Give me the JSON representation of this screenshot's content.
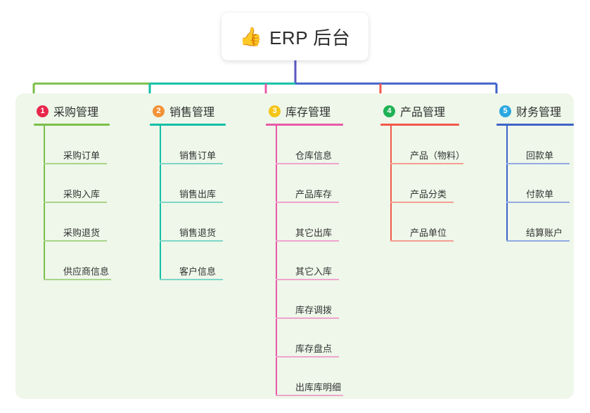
{
  "page": {
    "background": "#ffffff",
    "panel_background": "#eef7e9"
  },
  "title_card": {
    "icon": "thumbs-up-icon",
    "icon_glyph": "👍",
    "text": "ERP 后台"
  },
  "root_connector_color": "#5b57c4",
  "columns": [
    {
      "number": "1",
      "badge_color": "#e8274b",
      "line_color": "#7bbf4a",
      "tint_color": "#a9d48a",
      "title": "采购管理",
      "items": [
        "采购订单",
        "采购入库",
        "采购退货",
        "供应商信息"
      ]
    },
    {
      "number": "2",
      "badge_color": "#f39237",
      "line_color": "#11bfa6",
      "tint_color": "#7fd6c8",
      "title": "销售管理",
      "items": [
        "销售订单",
        "销售出库",
        "销售退货",
        "客户信息"
      ]
    },
    {
      "number": "3",
      "badge_color": "#f5c518",
      "line_color": "#e85aa8",
      "tint_color": "#f0a3ce",
      "title": "库存管理",
      "items": [
        "仓库信息",
        "产品库存",
        "其它出库",
        "其它入库",
        "库存调拨",
        "库存盘点",
        "出库库明细"
      ]
    },
    {
      "number": "4",
      "badge_color": "#1fb255",
      "line_color": "#f2594b",
      "tint_color": "#f59e94",
      "title": "产品管理",
      "items": [
        "产品（物料）",
        "产品分类",
        "产品单位"
      ]
    },
    {
      "number": "5",
      "badge_color": "#2aa7e0",
      "line_color": "#3f63c9",
      "tint_color": "#93aae3",
      "title": "财务管理",
      "items": [
        "回款单",
        "付款单",
        "结算账户"
      ]
    }
  ]
}
